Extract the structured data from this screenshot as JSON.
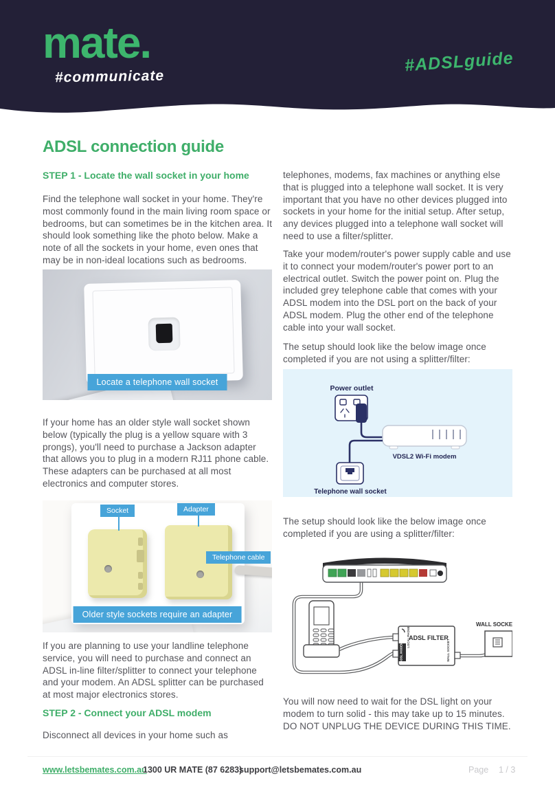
{
  "header": {
    "logo": "mate.",
    "tagline": "#communicate",
    "hashtag": "#ADSLguide"
  },
  "title": "ADSL connection guide",
  "left": {
    "step1_heading": "STEP 1 - Locate the wall socket in your home",
    "para1": "Find the telephone wall socket in your home. They're most commonly found in the main living room space or bedrooms, but can sometimes be in the kitchen area. It should look something like the photo below. Make a note of all the sockets in your home, even ones that may be in non-ideal locations such as bedrooms.",
    "photo1_caption": "Locate a telephone wall socket",
    "para2": "If your home has an older style wall socket shown below (typically the plug is a yellow square with 3 prongs), you'll need to purchase a Jackson adapter that allows you to plug in a modern RJ11 phone cable. These adapters can be purchased at all most electronics and computer stores.",
    "photo2_labels": {
      "socket": "Socket",
      "adapter": "Adapter",
      "telephone_cable": "Telephone cable"
    },
    "photo2_caption": "Older style sockets require an adapter",
    "para3": "If you are planning to use your landline telephone service, you will need to purchase and connect an ADSL in-line filter/splitter to connect your telephone and your modem. An ADSL splitter can be purchased at most major electronics stores.",
    "step2_heading": "STEP 2 - Connect your ADSL modem",
    "para4": "Disconnect all devices in your home such as"
  },
  "right": {
    "para1": "telephones, modems, fax machines or anything else that is plugged into a telephone wall socket. It is very important that you have no other devices plugged into sockets in your home for the initial setup. After setup, any devices plugged into a telephone wall socket will need to use a filter/splitter.",
    "para2": "Take your modem/router's power supply cable and use it to connect your modem/router's power port to an electrical outlet. Switch the power point on. Plug the included grey telephone cable that comes with your ADSL modem into the DSL port on the back of your ADSL modem. Plug the other end of the telephone cable into your wall socket.",
    "para3": "The setup should look like the below image once completed if you are not using a splitter/filter:",
    "diagram1": {
      "power_outlet_label": "Power outlet",
      "modem_label": "VDSL2 Wi-Fi modem",
      "wall_socket_label": "Telephone wall socket"
    },
    "para4": "The setup should look like the below image once completed if you are using a splitter/filter:",
    "diagram2": {
      "filter_label": "ADSL FILTER",
      "wall_socket_label": "WALL SOCKET",
      "port_local_phone": "LOCAL PHONE",
      "port_adsl_modem": "ADSL MODEM",
      "port_wall_socket": "WALL SOCKET"
    },
    "para5": "You will now need to wait for the DSL light on your modem to turn solid - this may take up to 15 minutes. DO NOT UNPLUG THE DEVICE DURING THIS TIME."
  },
  "footer": {
    "website": "www.letsbemates.com.au",
    "phone": "1300 UR MATE (87 6283)",
    "email": "support@letsbemates.com.au",
    "page_label": "Page",
    "page_number": "1 / 3"
  },
  "colors": {
    "brand_green": "#3db56d",
    "heading_green": "#3fae69",
    "header_navy": "#232037",
    "caption_blue": "#47a4d9",
    "diagram_bg": "#e4f3fb",
    "diagram_line_navy": "#2b3166",
    "body_text": "#54545a"
  }
}
